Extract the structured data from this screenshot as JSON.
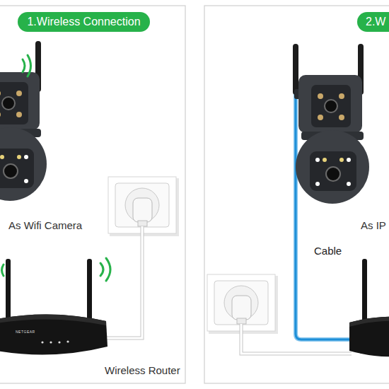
{
  "diagram": {
    "nodes": [
      {
        "text": [
          "1.Wireless Connection"
        ]
      },
      {
        "text": [
          "As Wifi Camera"
        ]
      },
      {
        "text": [
          "Wireless Router"
        ]
      },
      {
        "text": [
          "2.W"
        ]
      },
      {
        "text": [
          "As IP"
        ]
      }
    ],
    "labels": [
      "Cable",
      "NETGEAR"
    ]
  }
}
